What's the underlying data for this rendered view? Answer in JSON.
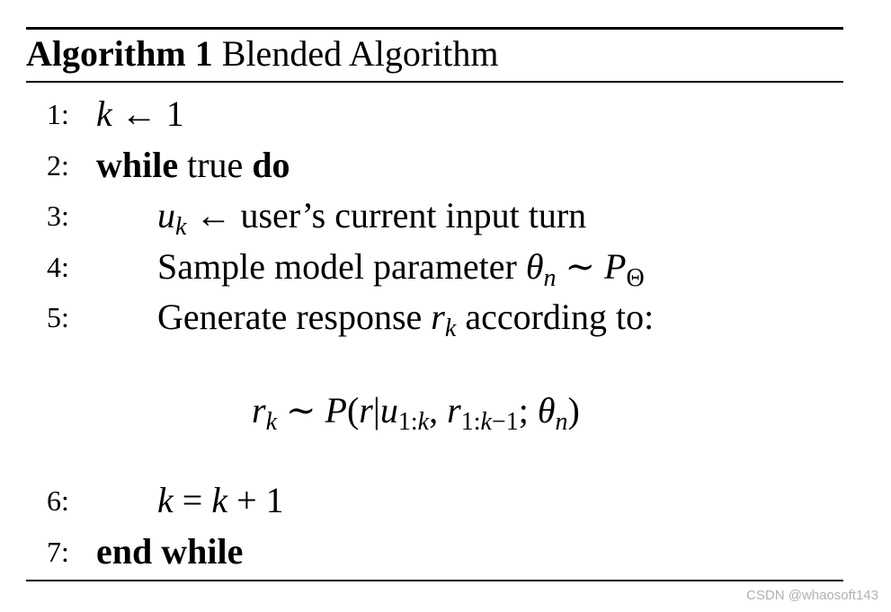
{
  "algorithm": {
    "label": "Algorithm 1",
    "title": "Blended Algorithm",
    "lines": [
      {
        "num": "1:"
      },
      {
        "num": "2:",
        "kw_while": "while",
        "condition": "true",
        "kw_do": "do"
      },
      {
        "num": "3:",
        "text": "user’s current input turn"
      },
      {
        "num": "4:",
        "text": "Sample model parameter"
      },
      {
        "num": "5:",
        "text_before": "Generate response",
        "text_after": "according to:"
      },
      {
        "num": "6:"
      },
      {
        "num": "7:",
        "kw_end": "end while"
      }
    ]
  },
  "watermark": "CSDN @whaosoft143"
}
